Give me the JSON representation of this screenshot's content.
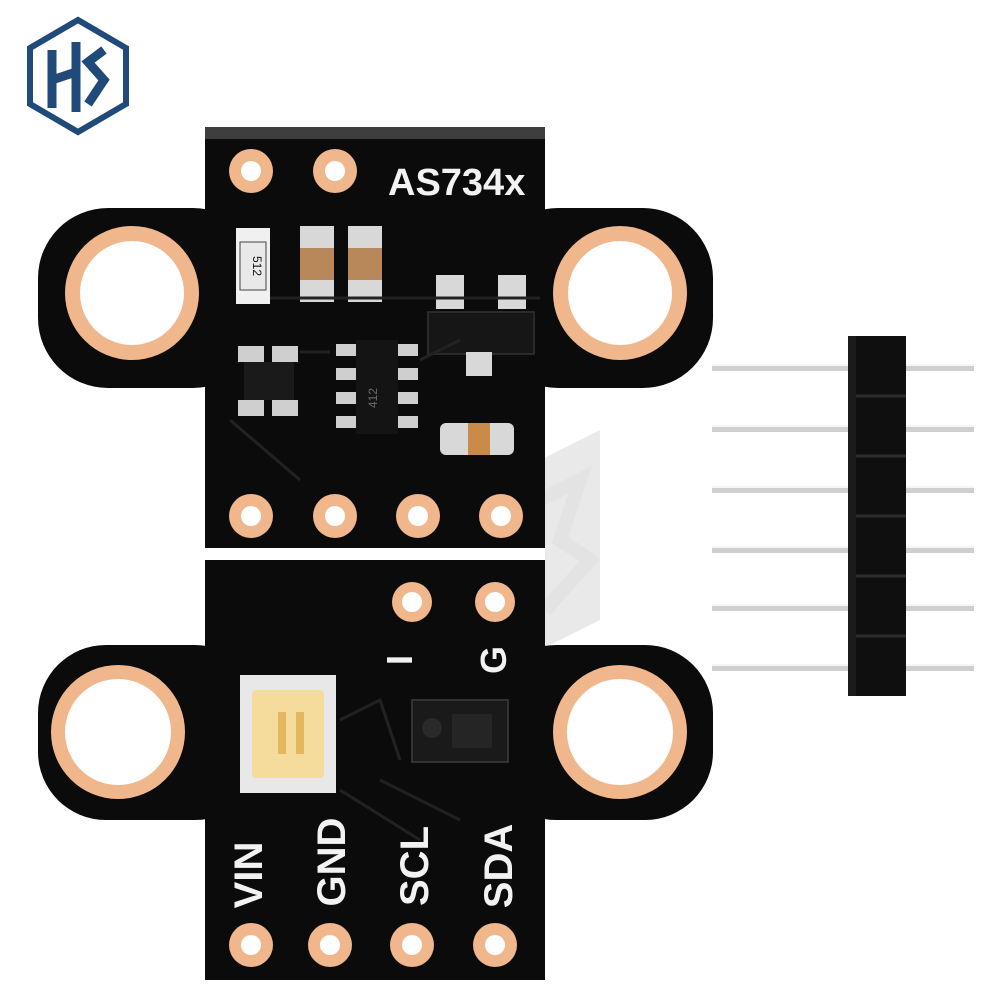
{
  "logo": {
    "name": "brand-logo",
    "text": "HS"
  },
  "top_board": {
    "label": "AS734x",
    "resistor_code": "512",
    "ic_marking": "412"
  },
  "bottom_board": {
    "pin_labels": [
      "VIN",
      "GND",
      "SCL",
      "SDA"
    ],
    "aux_labels": [
      "I",
      "G"
    ]
  },
  "header_pins": {
    "count": 6
  },
  "colors": {
    "pcb": "#0b0b0b",
    "pad_copper": "#f1b78c",
    "silkscreen": "#f2f2f2",
    "led": "#f6dc9c",
    "logo_blue": "#1f4a7a"
  }
}
